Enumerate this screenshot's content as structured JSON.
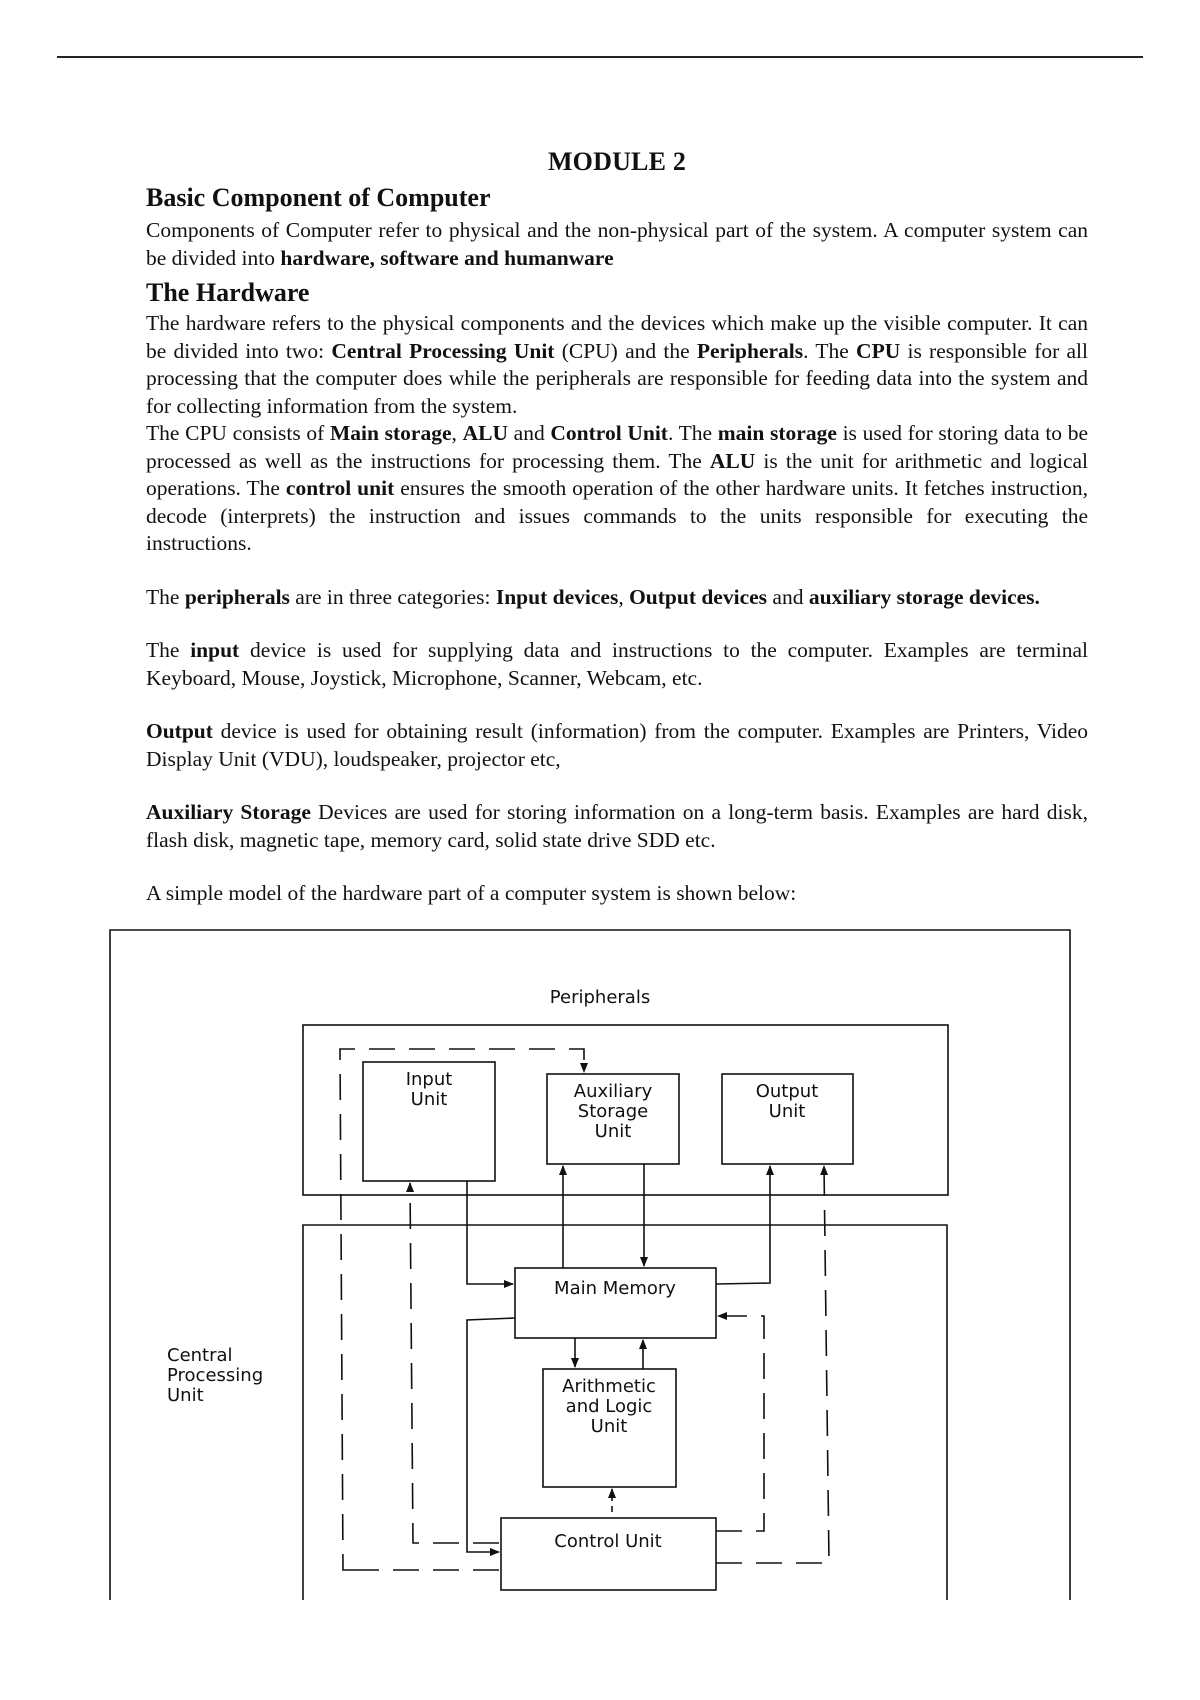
{
  "module_title": "MODULE 2",
  "heading_basic": "Basic Component of Computer",
  "intro": {
    "t1": "Components of Computer refer to physical and the non-physical part of the system. A computer system can be divided into ",
    "b1": "hardware, software and humanware"
  },
  "heading_hardware": "The Hardware",
  "hw_para": {
    "t1": "The hardware refers to the physical components and the devices which make up the visible computer. It can be divided into two: ",
    "b1": "Central Processing Unit",
    "t2": " (CPU) and the ",
    "b2": "Peripherals",
    "t3": ".  The ",
    "b3": "CPU",
    "t4": " is responsible for all processing that the computer does while the peripherals are responsible for feeding data into the system and for collecting information from the system."
  },
  "cpu_para": {
    "t1": "The CPU consists of ",
    "b1": "Main storage",
    "t2": ", ",
    "b2": "ALU",
    "t3": " and ",
    "b3": "Control Unit",
    "t4": ".  The ",
    "b4": "main storage",
    "t5": " is used for storing data to be processed as well as the instructions for processing them.  The ",
    "b5": "ALU",
    "t6": " is the unit for arithmetic and logical operations.  The ",
    "b6": "control unit",
    "t7": " ensures the smooth operation of the other hardware units.  It fetches instruction, decode (interprets) the instruction and issues commands to the units responsible for executing the instructions."
  },
  "periph_para": {
    "t1": "The ",
    "b1": "peripherals",
    "t2": " are in three categories: ",
    "b2": "Input devices",
    "t3": ", ",
    "b3": "Output devices",
    "t4": " and ",
    "b4": "auxiliary storage devices."
  },
  "input_para": {
    "t1": "The ",
    "b1": "input",
    "t2": " device is used for supplying data and instructions to the computer. Examples are terminal Keyboard, Mouse, Joystick, Microphone, Scanner, Webcam, etc."
  },
  "output_para": {
    "b1": "Output",
    "t1": " device is used for obtaining result (information) from the computer. Examples are Printers, Video Display Unit (VDU), loudspeaker, projector etc,"
  },
  "aux_para": {
    "b1": "Auxiliary Storage",
    "t1": " Devices are used for storing information on a long-term basis. Examples are hard disk, flash disk, magnetic tape, memory card, solid state drive SDD etc."
  },
  "model_intro": "A simple model of the hardware part of a computer system is shown below:",
  "diagram": {
    "peripherals_label": "Peripherals",
    "input_unit": [
      "Input",
      "Unit"
    ],
    "aux_unit": [
      "Auxiliary",
      "Storage",
      "Unit"
    ],
    "output_unit": [
      "Output",
      "Unit"
    ],
    "main_memory": "Main Memory",
    "alu": [
      "Arithmetic",
      "and Logic",
      "Unit"
    ],
    "control_unit": "Control Unit",
    "cpu_label": [
      "Central",
      "Processing",
      "Unit"
    ]
  }
}
